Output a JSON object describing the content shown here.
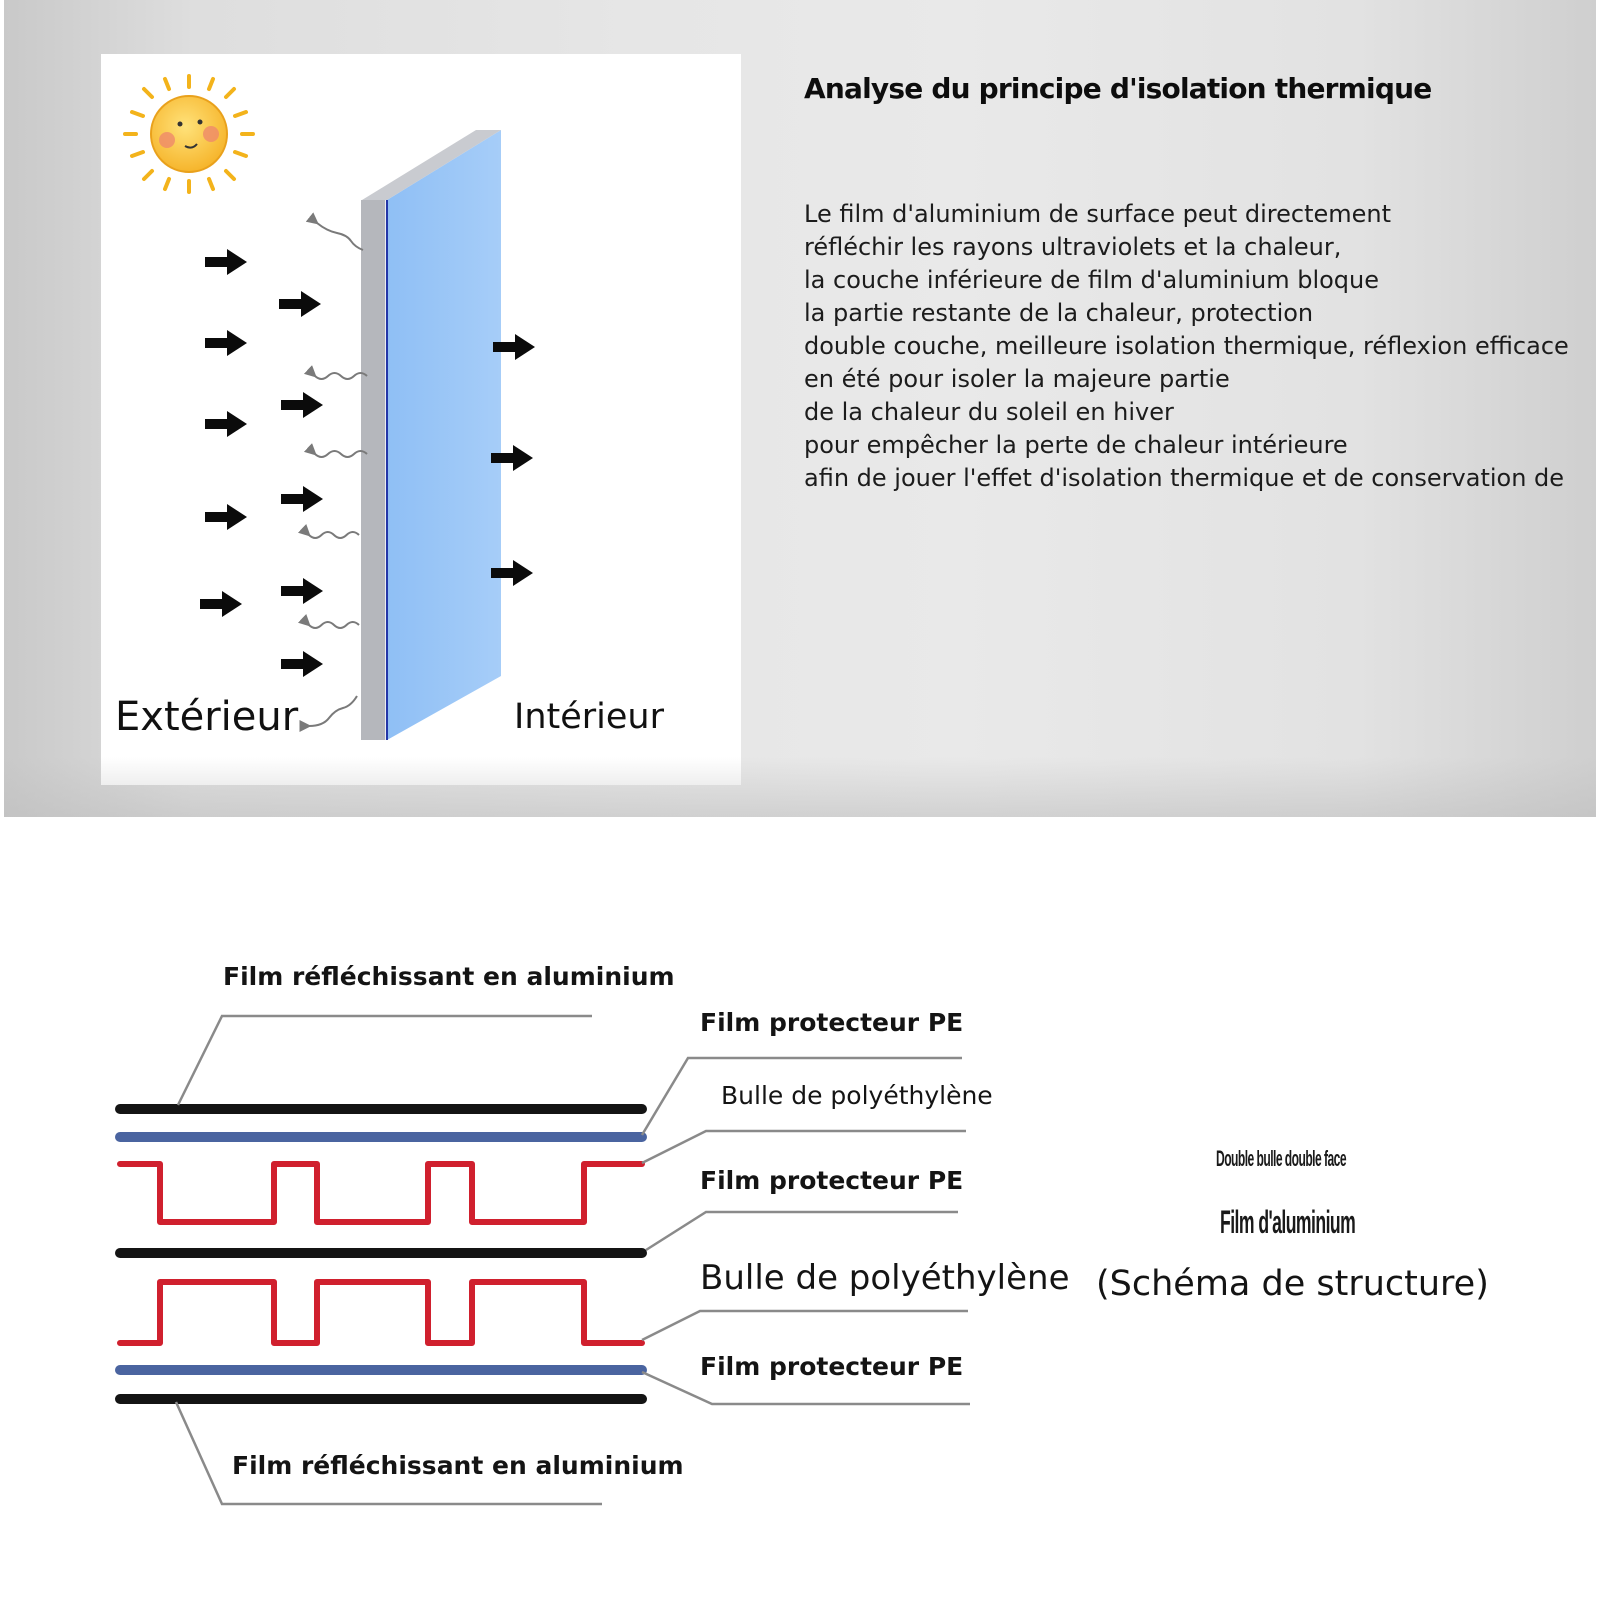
{
  "top_panel": {
    "title": "Analyse du principe d'isolation thermique",
    "description_lines": [
      "Le film d'aluminium de surface peut directement",
      "réfléchir les rayons ultraviolets et la chaleur,",
      "la couche inférieure de film d'aluminium bloque",
      "la partie restante de la chaleur, protection",
      "double couche, meilleure isolation thermique, réflexion efficace",
      "en été pour isoler la majeure partie",
      "de la chaleur du soleil en hiver",
      "pour empêcher la perte de chaleur intérieure",
      "afin de jouer l'effet d'isolation thermique et de conservation de"
    ],
    "exterior_label": "Extérieur",
    "interior_label": "Intérieur"
  },
  "structure": {
    "labels": {
      "top_aluminium": "Film réfléchissant en aluminium",
      "pe_film_1": "Film protecteur PE",
      "bubble_1": "Bulle de polyéthylène",
      "pe_film_2": "Film protecteur PE",
      "bubble_2": "Bulle de polyéthylène",
      "pe_film_3": "Film protecteur PE",
      "bottom_aluminium": "Film réfléchissant en aluminium"
    },
    "caption_line1": "Double bulle double face",
    "caption_line2": "Film d'aluminium",
    "caption_line3": "(Schéma de structure)"
  },
  "colors": {
    "glass": "#99c6f7",
    "glass_edge": "#b5b7bc",
    "aluminium_layer": "#141414",
    "pe_layer": "#4a64a0",
    "bubble_layer": "#d0202e",
    "leader_line": "#8a8a8a"
  }
}
